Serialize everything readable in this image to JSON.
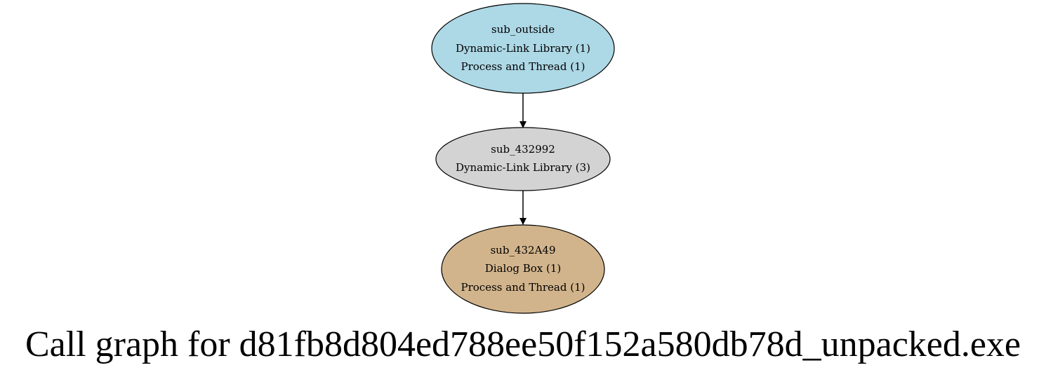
{
  "graph": {
    "title": "Call graph for d81fb8d804ed788ee50f152a580db78d_unpacked.exe",
    "nodes": [
      {
        "id": "sub_outside",
        "color": "#add8e6",
        "lines": [
          "sub_outside",
          "Dynamic-Link Library (1)",
          "Process and Thread (1)"
        ]
      },
      {
        "id": "sub_432992",
        "color": "#d3d3d3",
        "lines": [
          "sub_432992",
          "Dynamic-Link Library (3)"
        ]
      },
      {
        "id": "sub_432A49",
        "color": "#d2b48c",
        "lines": [
          "sub_432A49",
          "Dialog Box (1)",
          "Process and Thread (1)"
        ]
      }
    ],
    "edges": [
      {
        "from": "sub_outside",
        "to": "sub_432992"
      },
      {
        "from": "sub_432992",
        "to": "sub_432A49"
      }
    ]
  }
}
